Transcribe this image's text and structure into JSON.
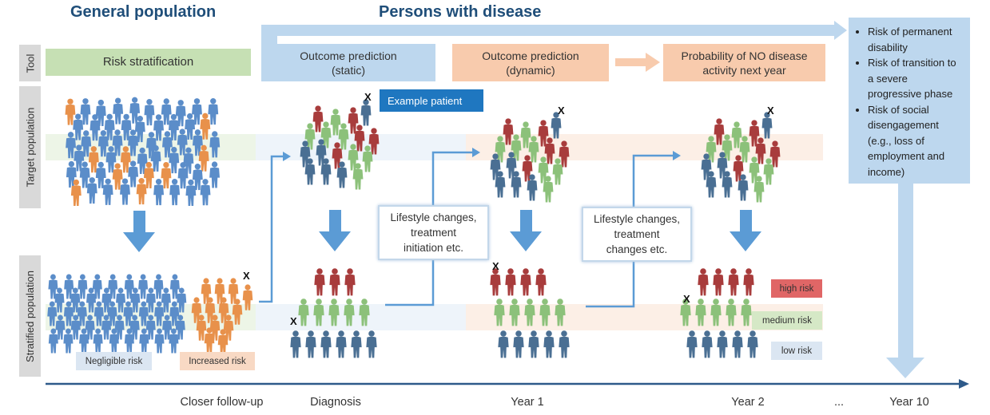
{
  "headings": {
    "general": "General population",
    "persons": "Persons with disease"
  },
  "row_labels": {
    "tool": "Tool",
    "target": "Target population",
    "stratified": "Stratified population"
  },
  "tools": {
    "risk_stratification": "Risk stratification",
    "outcome_static": "Outcome prediction\n(static)",
    "outcome_dynamic": "Outcome prediction\n(dynamic)",
    "no_disease": "Probability of NO disease\nactivity next year"
  },
  "example_patient": "Example patient",
  "callouts": {
    "lifestyle_1": "Lifestyle changes,\ntreatment\ninitiation etc.",
    "lifestyle_2": "Lifestyle changes,\ntreatment\nchanges etc."
  },
  "labels": {
    "negligible": "Negligible risk",
    "increased": "Increased risk",
    "x": "X"
  },
  "risk_legend": {
    "high": "high risk",
    "medium": "medium risk",
    "low": "low risk"
  },
  "long_term_outcomes": [
    "Risk of permanent disability",
    "Risk of transition to a severe progressive phase",
    "Risk of social disengagement (e.g., loss of employment and income)"
  ],
  "timeline": [
    "Closer follow-up",
    "Diagnosis",
    "Year 1",
    "Year 2",
    "...",
    "Year 10"
  ],
  "colors": {
    "blue_person": "#5b8dc9",
    "orange_person": "#e8914b",
    "red_person": "#a83c3c",
    "green_person": "#8cc17a",
    "steel_person": "#4a6f93",
    "arrow_blue": "#5b9bd5",
    "tool_green": "#c6e0b4",
    "tool_blue": "#bdd7ee",
    "tool_orange": "#f8cbad",
    "example_blue": "#1f77c0",
    "high_risk": "#e06666",
    "medium_risk": "#d5e8c6",
    "low_risk": "#dbe6f2"
  }
}
